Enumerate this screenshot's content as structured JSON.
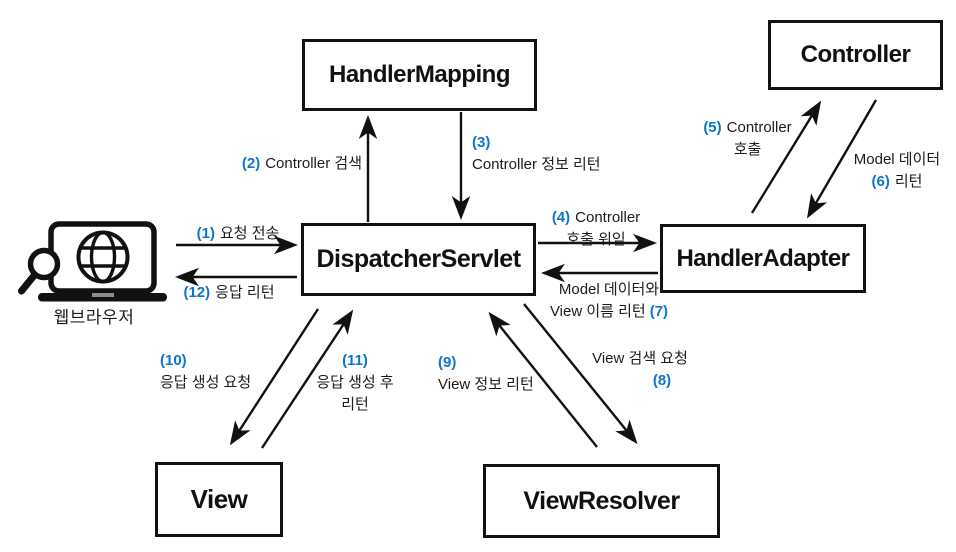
{
  "nodes": {
    "handler_mapping": "HandlerMapping",
    "controller": "Controller",
    "dispatcher_servlet": "DispatcherServlet",
    "handler_adapter": "HandlerAdapter",
    "view": "View",
    "view_resolver": "ViewResolver"
  },
  "browser": {
    "label": "웹브라우저"
  },
  "colors": {
    "step_number_blue": "#0E75CF",
    "line_black": "#111111"
  },
  "edges": {
    "e1": {
      "num": "(1)",
      "text": "요청 전송"
    },
    "e2": {
      "num": "(2)",
      "text": "Controller 검색"
    },
    "e3": {
      "num": "(3)",
      "line2": "Controller 정보 리턴"
    },
    "e4": {
      "num": "(4)",
      "line1": "Controller",
      "line2": "호출 위임"
    },
    "e5": {
      "num": "(5)",
      "line1": "Controller",
      "line2": "호출"
    },
    "e6": {
      "line1": "Model 데이터",
      "num": "(6)",
      "line2": "리턴"
    },
    "e7": {
      "line1": "Model 데이터와",
      "line2": "View 이름 리턴",
      "num": "(7)"
    },
    "e8": {
      "line1": "View 검색 요청",
      "num": "(8)"
    },
    "e9": {
      "num": "(9)",
      "line2": "View 정보 리턴"
    },
    "e10": {
      "num": "(10)",
      "line2": "응답 생성 요청"
    },
    "e11": {
      "num": "(11)",
      "line2": "응답 생성 후",
      "line3": "리턴"
    },
    "e12": {
      "num": "(12)",
      "text": "응답 리턴"
    }
  }
}
